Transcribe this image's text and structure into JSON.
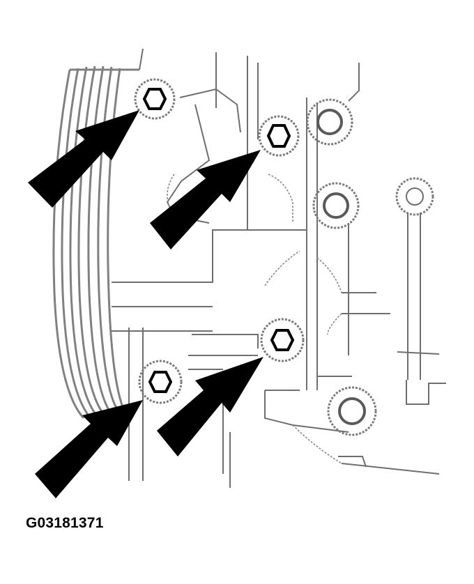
{
  "figure": {
    "id_label": "G03181371",
    "description": "Line drawing of component mounting bolts with four arrows indicating bolt locations",
    "arrow_count": 4,
    "arrows": [
      {
        "name": "arrow-upper-left",
        "target": "bolt-upper-left"
      },
      {
        "name": "arrow-upper-center",
        "target": "bolt-upper-center"
      },
      {
        "name": "arrow-lower-left",
        "target": "bolt-lower-left"
      },
      {
        "name": "arrow-lower-center",
        "target": "bolt-lower-center"
      }
    ],
    "colors": {
      "background": "#ffffff",
      "lines": "#6e6e6e",
      "arrows": "#000000",
      "text": "#000000"
    }
  }
}
